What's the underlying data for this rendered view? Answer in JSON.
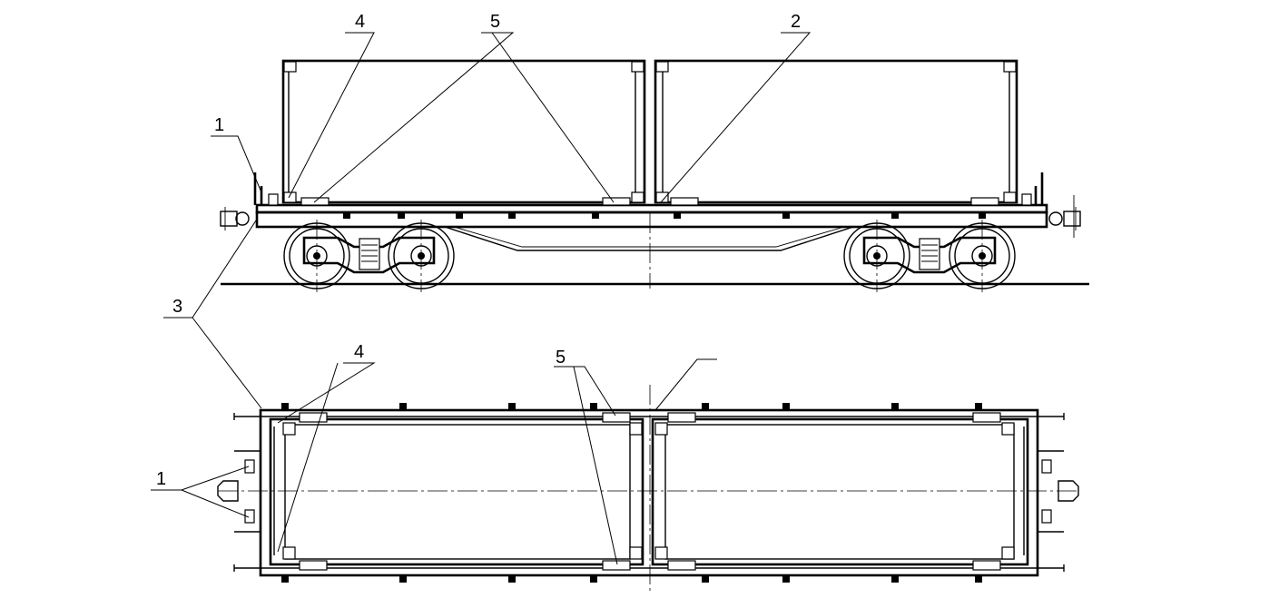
{
  "labels": {
    "side_1": "1",
    "side_2": "2",
    "side_3": "3",
    "side_4": "4",
    "side_5": "5",
    "plan_1": "1",
    "plan_4": "4",
    "plan_5": "5"
  }
}
